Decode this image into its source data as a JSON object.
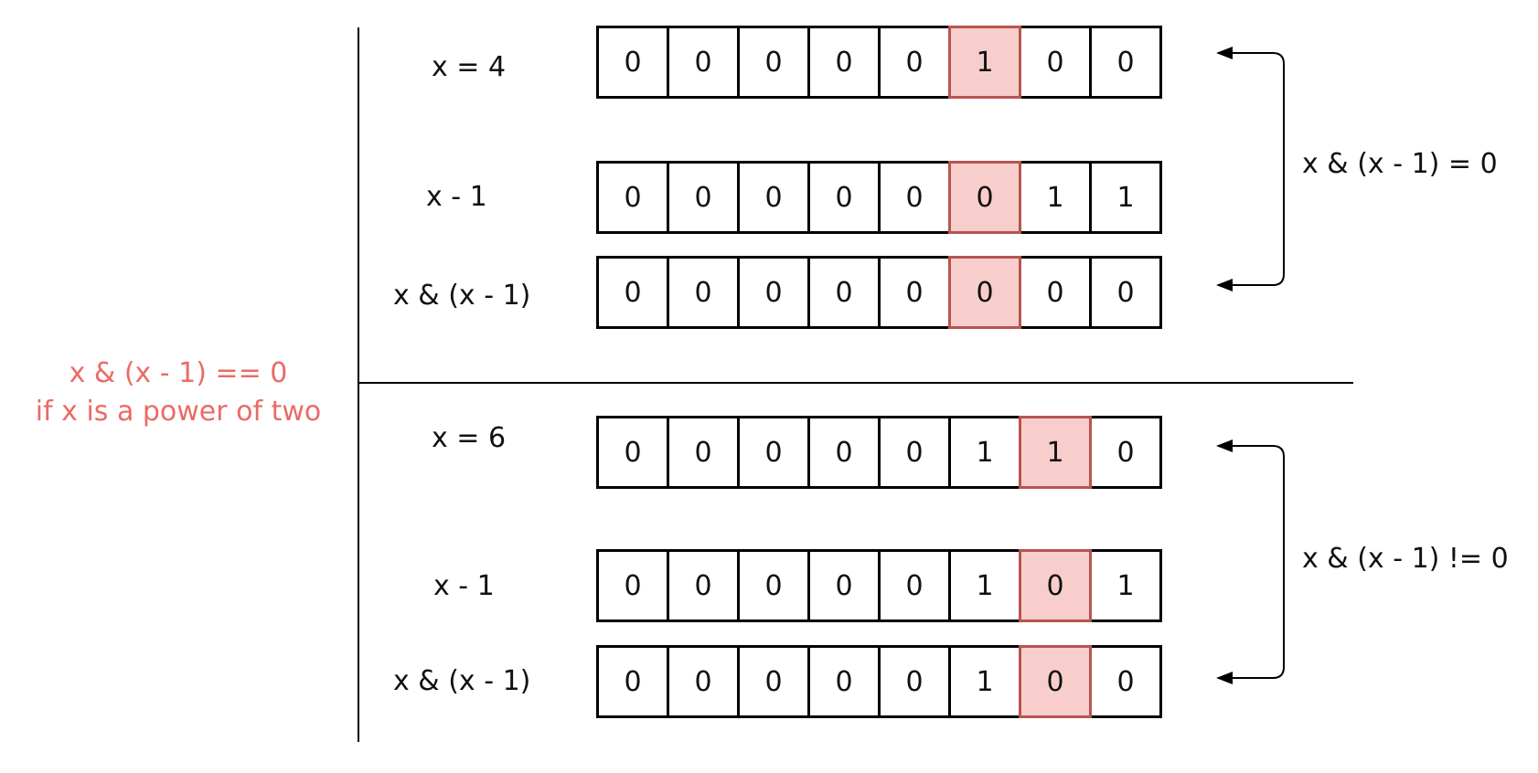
{
  "colors": {
    "highlight_fill": "#f8cecc",
    "highlight_border": "#b85450",
    "note_text": "#ea6b66",
    "line": "#000000"
  },
  "note": {
    "line1": "x & (x - 1) == 0",
    "line2": "if x is a power of two"
  },
  "sections": [
    {
      "result": "x & (x - 1) = 0",
      "rows": [
        {
          "label": "x = 4",
          "bits": [
            "0",
            "0",
            "0",
            "0",
            "0",
            "1",
            "0",
            "0"
          ],
          "highlight": 5
        },
        {
          "label": "x - 1",
          "bits": [
            "0",
            "0",
            "0",
            "0",
            "0",
            "0",
            "1",
            "1"
          ],
          "highlight": 5
        },
        {
          "label": "x & (x - 1)",
          "bits": [
            "0",
            "0",
            "0",
            "0",
            "0",
            "0",
            "0",
            "0"
          ],
          "highlight": 5
        }
      ]
    },
    {
      "result": "x & (x - 1) != 0",
      "rows": [
        {
          "label": "x = 6",
          "bits": [
            "0",
            "0",
            "0",
            "0",
            "0",
            "1",
            "1",
            "0"
          ],
          "highlight": 6
        },
        {
          "label": "x - 1",
          "bits": [
            "0",
            "0",
            "0",
            "0",
            "0",
            "1",
            "0",
            "1"
          ],
          "highlight": 6
        },
        {
          "label": "x & (x - 1)",
          "bits": [
            "0",
            "0",
            "0",
            "0",
            "0",
            "1",
            "0",
            "0"
          ],
          "highlight": 6
        }
      ]
    }
  ]
}
